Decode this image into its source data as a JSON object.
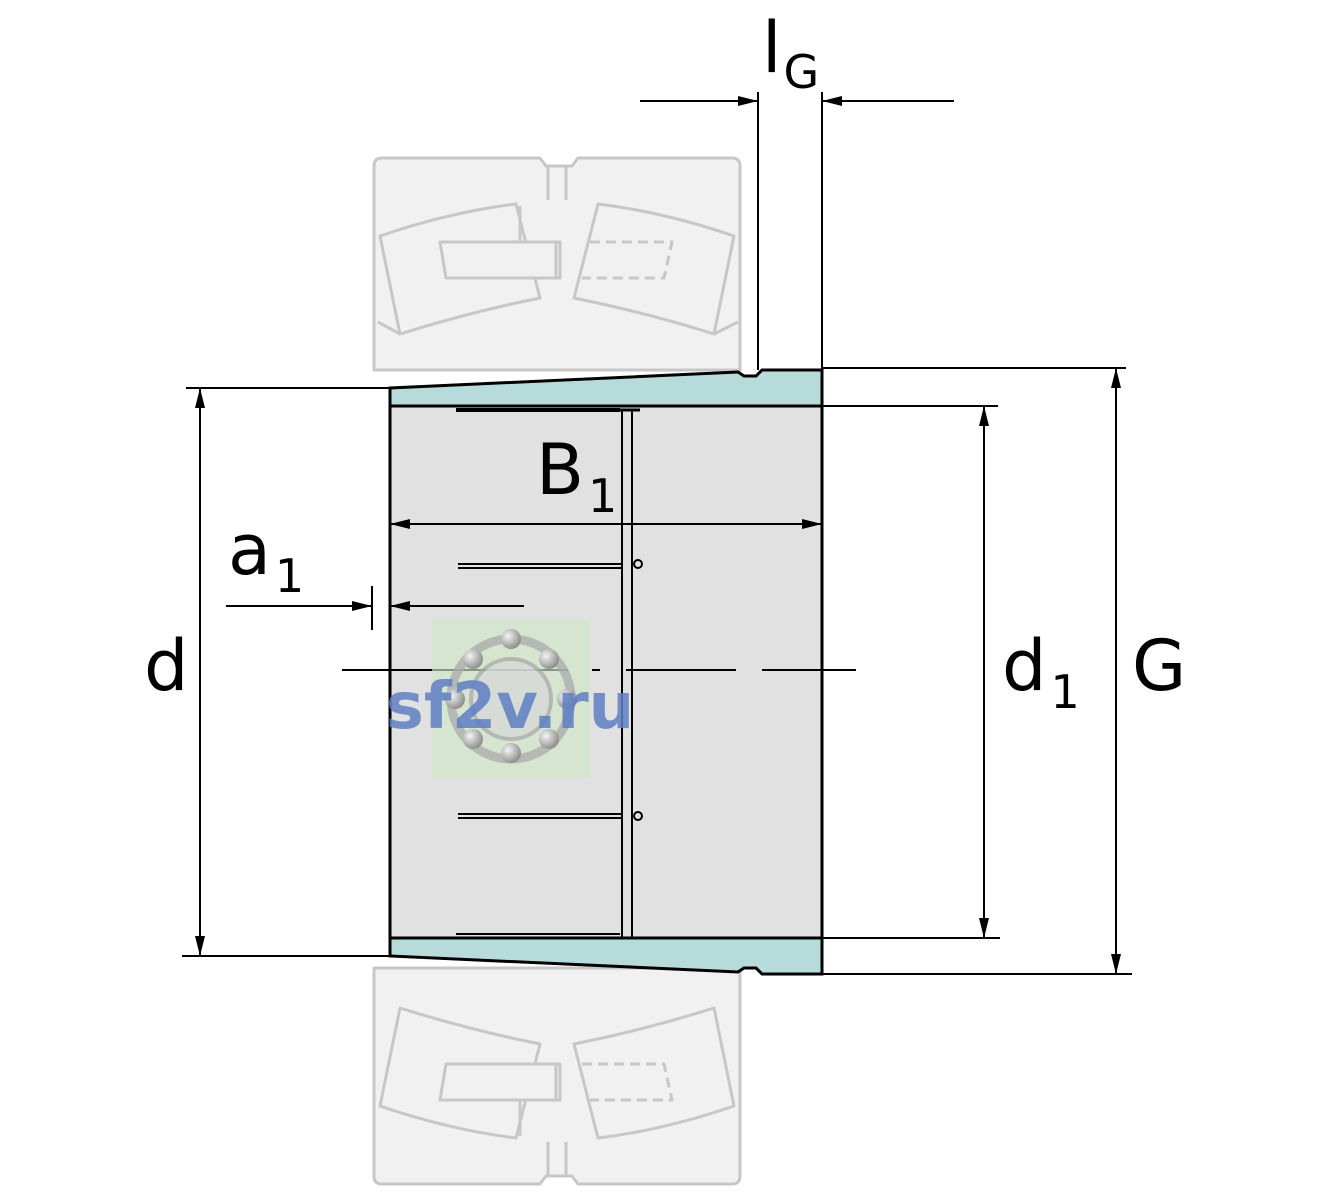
{
  "labels": {
    "lg": {
      "main": "l",
      "sub": "G"
    },
    "b1": {
      "main": "B",
      "sub": "1"
    },
    "a1": {
      "main": "a",
      "sub": "1"
    },
    "d": {
      "main": "d"
    },
    "d1": {
      "main": "d",
      "sub": "1"
    },
    "g": {
      "main": "G"
    }
  },
  "watermark": {
    "text": "sf2v.ru"
  },
  "colors": {
    "ghost_bearing": "#c7c7c7",
    "ghost_fill": "#f1f1f1",
    "sleeve_body": "#e1e1e1",
    "thread_zone": "#b7dada",
    "dimension_lines": "#000000",
    "watermark_text": "#5f7fc4",
    "watermark_bg": "#cfe6c4"
  }
}
